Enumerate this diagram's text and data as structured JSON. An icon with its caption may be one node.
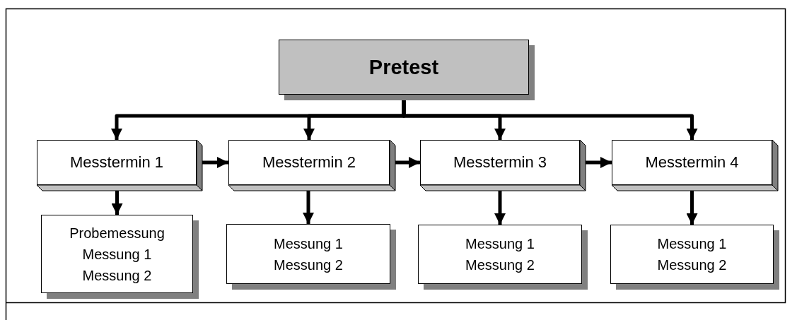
{
  "diagram": {
    "nodes": [
      {
        "text": [
          "Pretest"
        ]
      },
      {
        "text": [
          "Messtermin 1"
        ]
      },
      {
        "text": [
          "Messtermin 2"
        ]
      },
      {
        "text": [
          "Messtermin 3"
        ]
      },
      {
        "text": [
          "Messtermin 4"
        ]
      },
      {
        "text": [
          "Probemessung",
          "Messung 1",
          "Messung 2"
        ]
      },
      {
        "text": [
          "Messung 1",
          "Messung 2"
        ]
      },
      {
        "text": [
          "Messung 1",
          "Messung 2"
        ]
      },
      {
        "text": [
          "Messung 1",
          "Messung 2"
        ]
      }
    ],
    "edges": [
      {
        "from": 0,
        "to": 1,
        "arrow": "to"
      },
      {
        "from": 0,
        "to": 2,
        "arrow": "to"
      },
      {
        "from": 0,
        "to": 3,
        "arrow": "to"
      },
      {
        "from": 0,
        "to": 4,
        "arrow": "to"
      },
      {
        "from": 1,
        "to": 2,
        "arrow": "to"
      },
      {
        "from": 2,
        "to": 3,
        "arrow": "to"
      },
      {
        "from": 3,
        "to": 4,
        "arrow": "to"
      },
      {
        "from": 1,
        "to": 5,
        "arrow": "to"
      },
      {
        "from": 2,
        "to": 6,
        "arrow": "to"
      },
      {
        "from": 3,
        "to": 7,
        "arrow": "to"
      },
      {
        "from": 4,
        "to": 8,
        "arrow": "to"
      }
    ]
  }
}
